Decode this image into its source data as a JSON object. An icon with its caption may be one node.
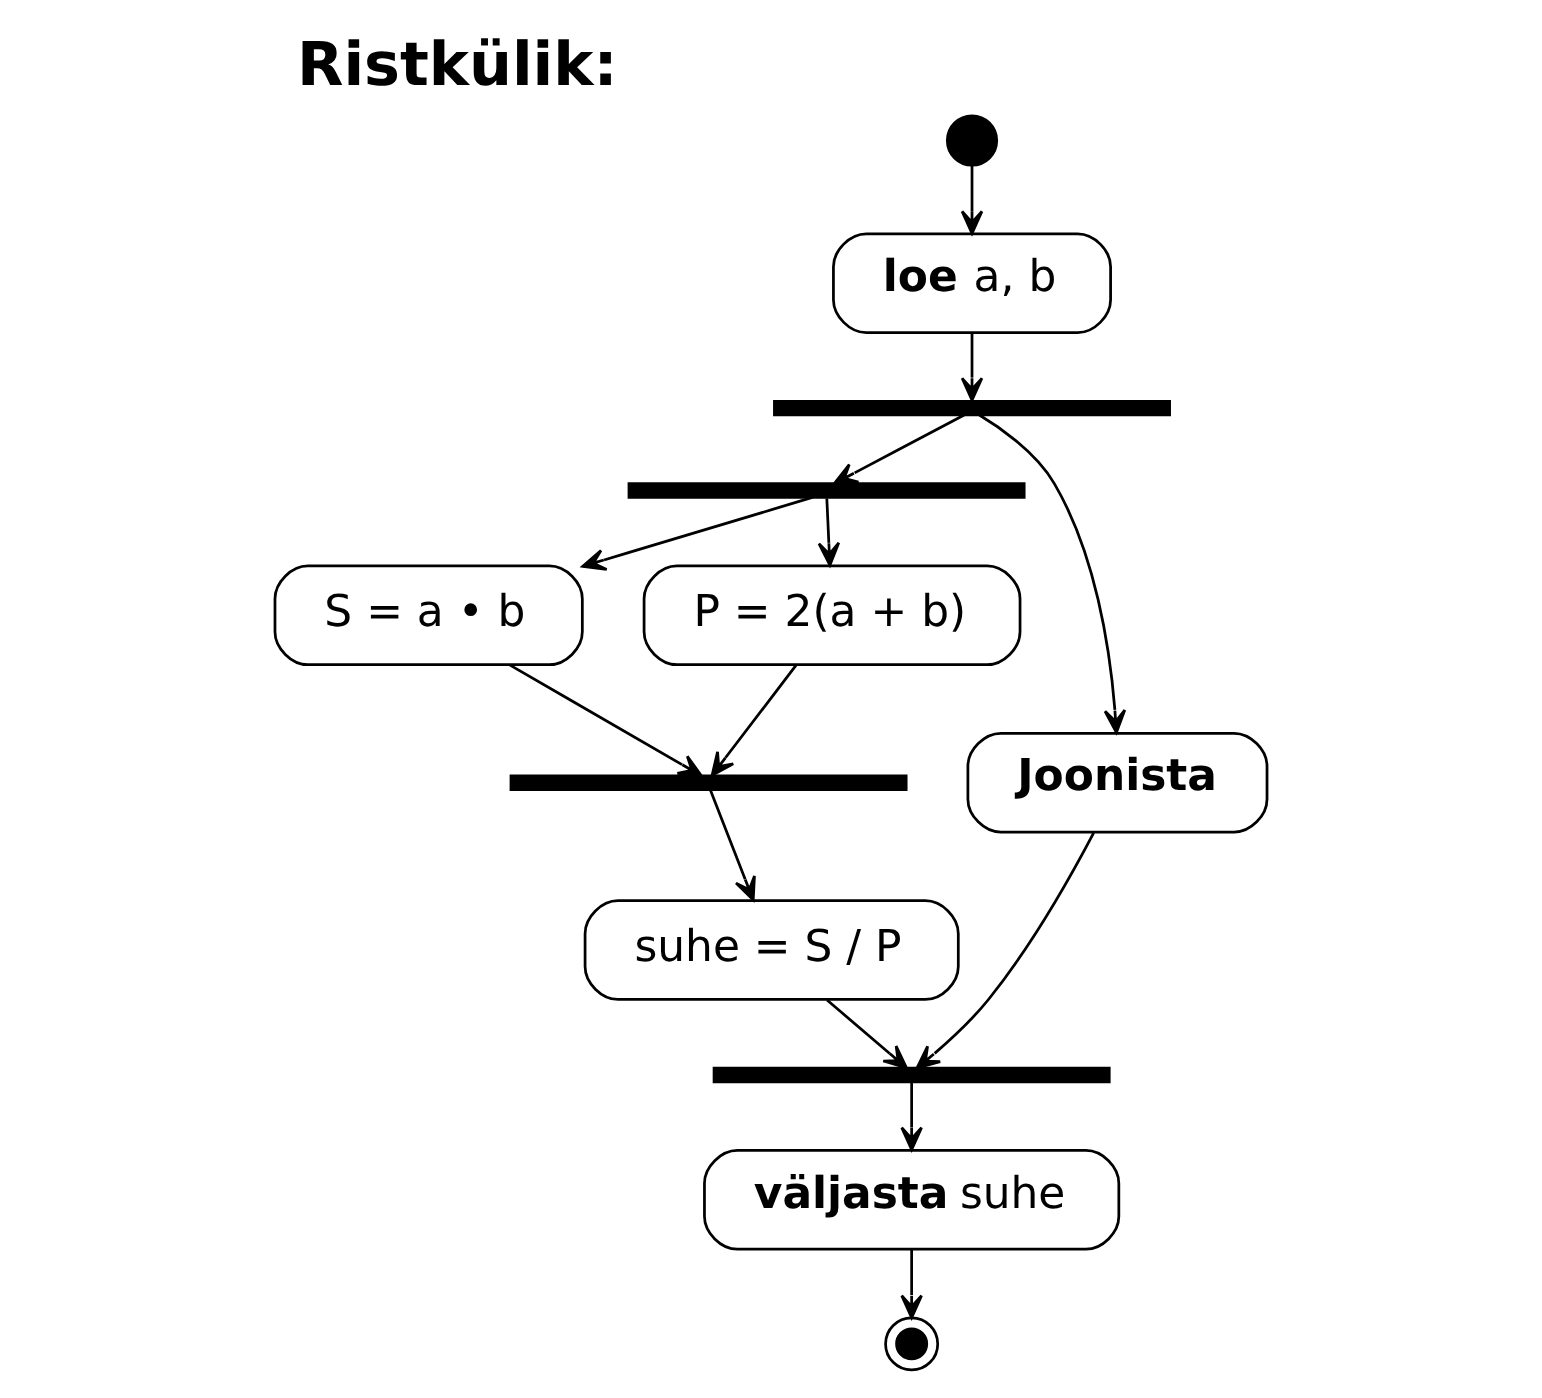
{
  "diagram": {
    "title": "Ristkülik:",
    "nodes": [
      {
        "text": [],
        "shape": "circle"
      },
      {
        "text": [
          "**loe** a, b"
        ]
      },
      {
        "text": [],
        "shape": "bar"
      },
      {
        "text": [],
        "shape": "bar"
      },
      {
        "text": [
          "S = a • b"
        ]
      },
      {
        "text": [
          "P = 2(a + b)"
        ]
      },
      {
        "text": [
          "**Joonista**"
        ]
      },
      {
        "text": [],
        "shape": "bar"
      },
      {
        "text": [
          "suhe = S / P"
        ]
      },
      {
        "text": [],
        "shape": "bar"
      },
      {
        "text": [
          "**väljasta** suhe"
        ]
      },
      {
        "text": [],
        "shape": "bullseye"
      }
    ],
    "edges": [
      {
        "from": 0,
        "to": 1,
        "arrow": "to"
      },
      {
        "from": 1,
        "to": 2,
        "arrow": "to"
      },
      {
        "from": 2,
        "to": 3,
        "arrow": "to"
      },
      {
        "from": 2,
        "to": 6,
        "arrow": "to"
      },
      {
        "from": 3,
        "to": 4,
        "arrow": "to"
      },
      {
        "from": 3,
        "to": 5,
        "arrow": "to"
      },
      {
        "from": 4,
        "to": 7,
        "arrow": "to"
      },
      {
        "from": 5,
        "to": 7,
        "arrow": "to"
      },
      {
        "from": 7,
        "to": 8,
        "arrow": "to"
      },
      {
        "from": 8,
        "to": 9,
        "arrow": "to"
      },
      {
        "from": 6,
        "to": 9,
        "arrow": "to"
      },
      {
        "from": 9,
        "to": 10,
        "arrow": "to"
      },
      {
        "from": 10,
        "to": 11,
        "arrow": "to"
      }
    ]
  }
}
